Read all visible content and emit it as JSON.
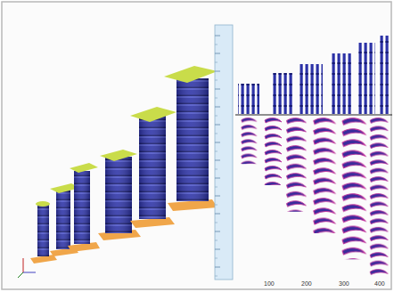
{
  "diagram": {
    "labels": [
      "100",
      "200",
      "300",
      "400"
    ]
  }
}
